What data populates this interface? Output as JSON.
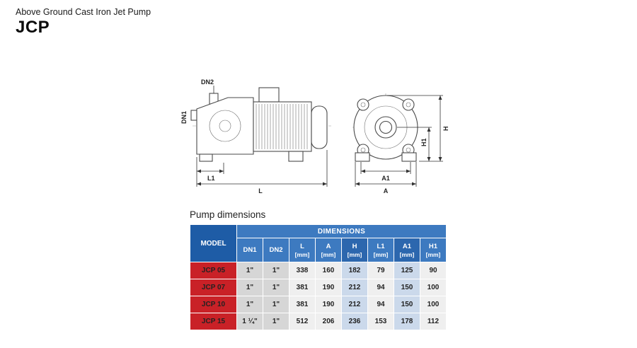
{
  "header": {
    "subtitle": "Above Ground Cast Iron Jet Pump",
    "title": "JCP"
  },
  "diagram": {
    "labels": {
      "dn2": "DN2",
      "dn1": "DN1",
      "l1": "L1",
      "l": "L",
      "a1": "A1",
      "a": "A",
      "h1": "H1",
      "h": "H"
    }
  },
  "section": {
    "title": "Pump dimensions"
  },
  "table": {
    "model_header": "MODEL",
    "dimensions_header": "DIMENSIONS",
    "columns": [
      {
        "label": "DN1",
        "unit": ""
      },
      {
        "label": "DN2",
        "unit": ""
      },
      {
        "label": "L",
        "unit": "[mm]"
      },
      {
        "label": "A",
        "unit": "[mm]"
      },
      {
        "label": "H",
        "unit": "[mm]"
      },
      {
        "label": "L1",
        "unit": "[mm]"
      },
      {
        "label": "A1",
        "unit": "[mm]"
      },
      {
        "label": "H1",
        "unit": "[mm]"
      }
    ],
    "rows": [
      {
        "model": "JCP 05",
        "values": [
          "1\"",
          "1\"",
          "338",
          "160",
          "182",
          "79",
          "125",
          "90"
        ]
      },
      {
        "model": "JCP 07",
        "values": [
          "1\"",
          "1\"",
          "381",
          "190",
          "212",
          "94",
          "150",
          "100"
        ]
      },
      {
        "model": "JCP 10",
        "values": [
          "1\"",
          "1\"",
          "381",
          "190",
          "212",
          "94",
          "150",
          "100"
        ]
      },
      {
        "model": "JCP 15",
        "values": [
          "1 ¼\"",
          "1\"",
          "512",
          "206",
          "236",
          "153",
          "178",
          "112"
        ]
      }
    ]
  },
  "colors": {
    "header_dark_blue": "#1e5ca6",
    "header_blue": "#3d7ac0",
    "header_blue_alt": "#2c67ae",
    "model_red": "#c92127",
    "cell_gray": "#d6d6d6",
    "cell_light": "#efefef",
    "cell_blue": "#cbd9eb"
  }
}
